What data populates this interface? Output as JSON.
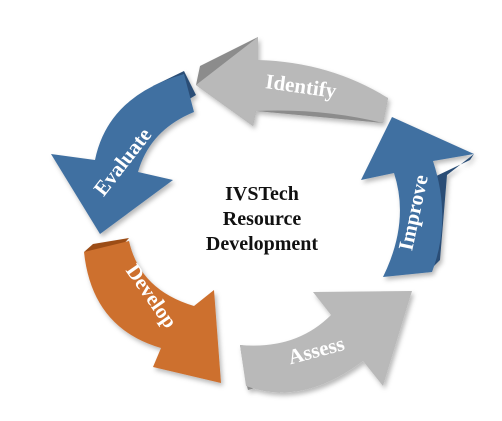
{
  "center_title": {
    "line1": "IVSTech",
    "line2": "Resource",
    "line3": "Development"
  },
  "cycle": [
    {
      "label": "Identify",
      "color": "#b9b9b9"
    },
    {
      "label": "Improve",
      "color": "#3f6fa1"
    },
    {
      "label": "Assess",
      "color": "#b9b9b9"
    },
    {
      "label": "Develop",
      "color": "#cd6f2e"
    },
    {
      "label": "Evaluate",
      "color": "#3f6fa1"
    }
  ],
  "colors": {
    "gray": "#b9b9b9",
    "gray_dark": "#8c8c8c",
    "blue": "#3f6fa1",
    "blue_dark": "#2b4e76",
    "orange": "#cd6f2e",
    "orange_dark": "#9c4d18"
  }
}
